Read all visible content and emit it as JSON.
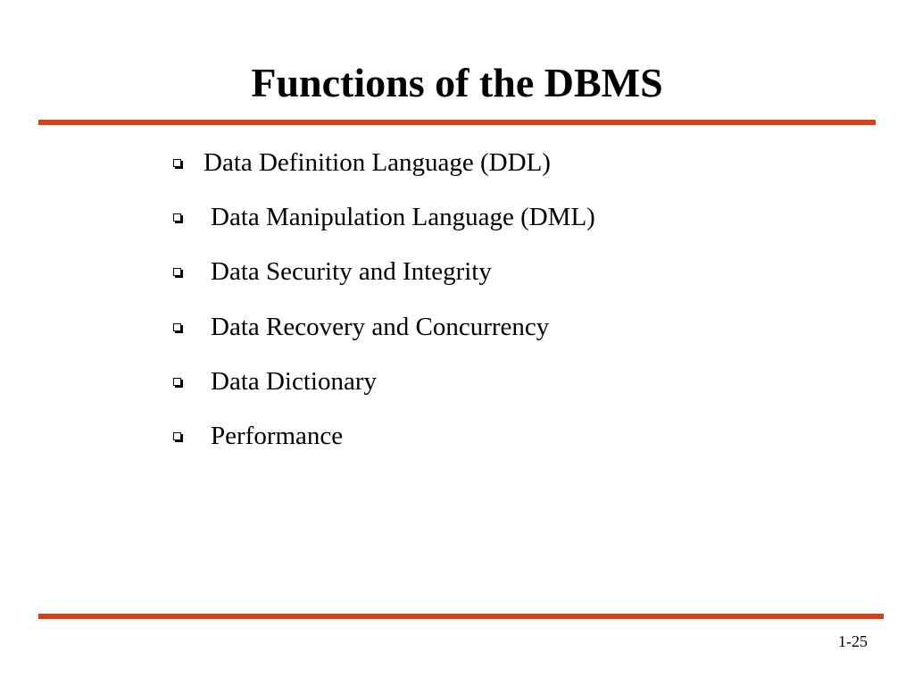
{
  "slide": {
    "title": "Functions of the DBMS",
    "accent_color": "#D64016",
    "bullets": [
      {
        "text": "Data Definition Language (DDL)"
      },
      {
        "text": "Data Manipulation Language (DML)"
      },
      {
        "text": "Data Security and Integrity"
      },
      {
        "text": "Data Recovery and Concurrency"
      },
      {
        "text": "Data Dictionary"
      },
      {
        "text": "Performance"
      }
    ],
    "bullet_icon": "hollow-square-bullet-icon",
    "page_number": "1-25"
  }
}
